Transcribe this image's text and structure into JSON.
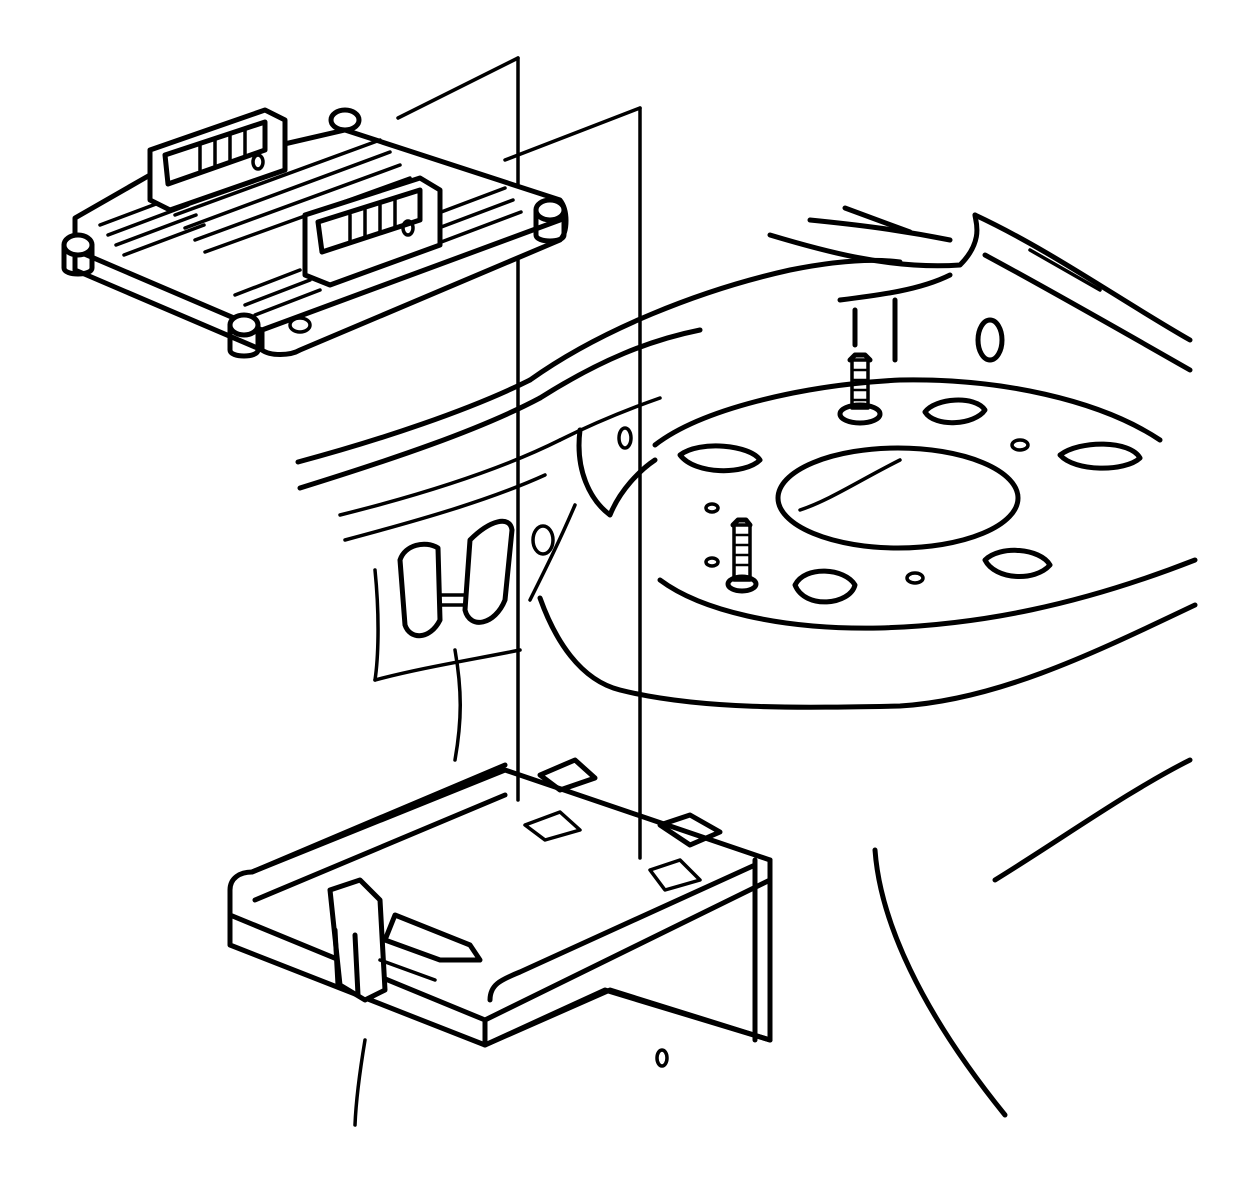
{
  "diagram": {
    "kind": "exploded-view line drawing",
    "colors": {
      "line": "#000000",
      "background": "#ffffff"
    },
    "components": [
      {
        "name": "control-module",
        "icon": "ecm-module-icon"
      },
      {
        "name": "mounting-bracket",
        "icon": "bracket-tray-icon"
      },
      {
        "name": "mounting-stud-rear",
        "icon": "stud-icon"
      },
      {
        "name": "mounting-stud-front",
        "icon": "stud-icon"
      },
      {
        "name": "spare-tire-well-panel",
        "icon": "body-panel-icon"
      }
    ]
  }
}
